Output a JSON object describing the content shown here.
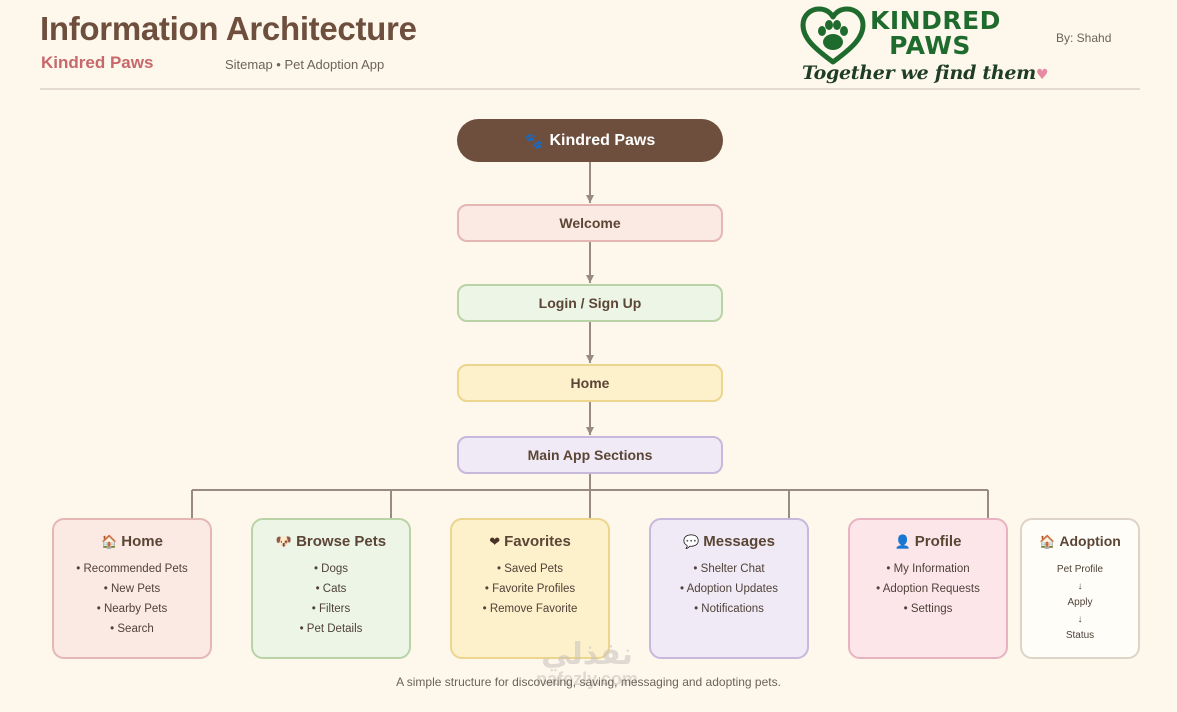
{
  "header": {
    "title": "Information Architecture",
    "subtitle": "Kindred Paws",
    "tagline": "Sitemap • Pet Adoption App",
    "byline": "By: Shahd"
  },
  "logo": {
    "word_line1": "KINDRED",
    "word_line2": "PAWS",
    "slogan": "Together we find them",
    "colors": {
      "green": "#1f6b2e",
      "dark": "#1f3d25",
      "heart": "#e88aa4"
    }
  },
  "flow": {
    "root": {
      "icon": "paw-icon",
      "glyph": "🐾",
      "label": "Kindred Paws"
    },
    "welcome": "Welcome",
    "login": "Login / Sign Up",
    "home": "Home",
    "main": "Main App Sections"
  },
  "sections": [
    {
      "icon": "house-icon",
      "glyph": "🏠",
      "title": "Home",
      "items": [
        "• Recommended Pets",
        "• New Pets",
        "• Nearby Pets",
        "• Search"
      ]
    },
    {
      "icon": "dog-icon",
      "glyph": "🐶",
      "title": "Browse Pets",
      "items": [
        "• Dogs",
        "• Cats",
        "• Filters",
        "• Pet Details"
      ]
    },
    {
      "icon": "heart-icon",
      "glyph": "❤",
      "title": "Favorites",
      "items": [
        "• Saved Pets",
        "• Favorite Profiles",
        "• Remove Favorite"
      ]
    },
    {
      "icon": "speech-bubble-icon",
      "glyph": "💬",
      "title": "Messages",
      "items": [
        "• Shelter Chat",
        "• Adoption Updates",
        "• Notifications"
      ]
    },
    {
      "icon": "person-icon",
      "glyph": "👤",
      "title": "Profile",
      "items": [
        "• My Information",
        "• Adoption Requests",
        "• Settings"
      ]
    }
  ],
  "adoption": {
    "icon": "shelter-icon",
    "glyph": "🏠",
    "title": "Adoption",
    "steps": [
      "Pet Profile",
      "↓",
      "Apply",
      "↓",
      "Status"
    ]
  },
  "caption": "A simple structure for discovering, saving, messaging and adopting pets.",
  "watermark": {
    "arabic": "نفذلي",
    "latin": "nafezly.com"
  },
  "colors": {
    "brown": "#6e4f3d",
    "subtitle_red": "#c9686a",
    "connector": "#9a8b80",
    "pink": "#fbe9e3",
    "green": "#edf5e7",
    "yellow": "#fdf1cc",
    "lavender": "#f0eaf6",
    "rose": "#fce6ea"
  }
}
